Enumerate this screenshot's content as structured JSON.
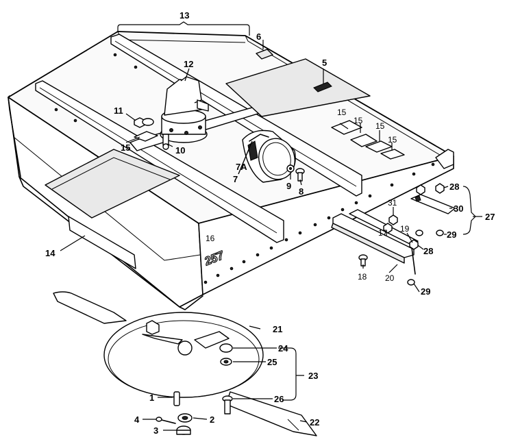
{
  "callouts": {
    "c1": "1",
    "c2": "2",
    "c3": "3",
    "c4": "4",
    "c5": "5",
    "c6": "6",
    "c7": "7",
    "c7a": "7A",
    "c8": "8",
    "c9": "9",
    "c10": "10",
    "c11": "11",
    "c12": "12",
    "c13": "13",
    "c14": "14",
    "c15a": "15",
    "c15b": "15",
    "c15c": "15",
    "c15d": "15",
    "c15e": "15",
    "c16": "16",
    "c17": "17",
    "c18": "18",
    "c19": "19",
    "c20": "20",
    "c21": "21",
    "c22": "22",
    "c23": "23",
    "c24": "24",
    "c25": "25",
    "c26": "26",
    "c27": "27",
    "c28a": "28",
    "c28b": "28",
    "c29a": "29",
    "c29b": "29",
    "c30": "30",
    "c31": "31"
  },
  "decal_text": "257"
}
